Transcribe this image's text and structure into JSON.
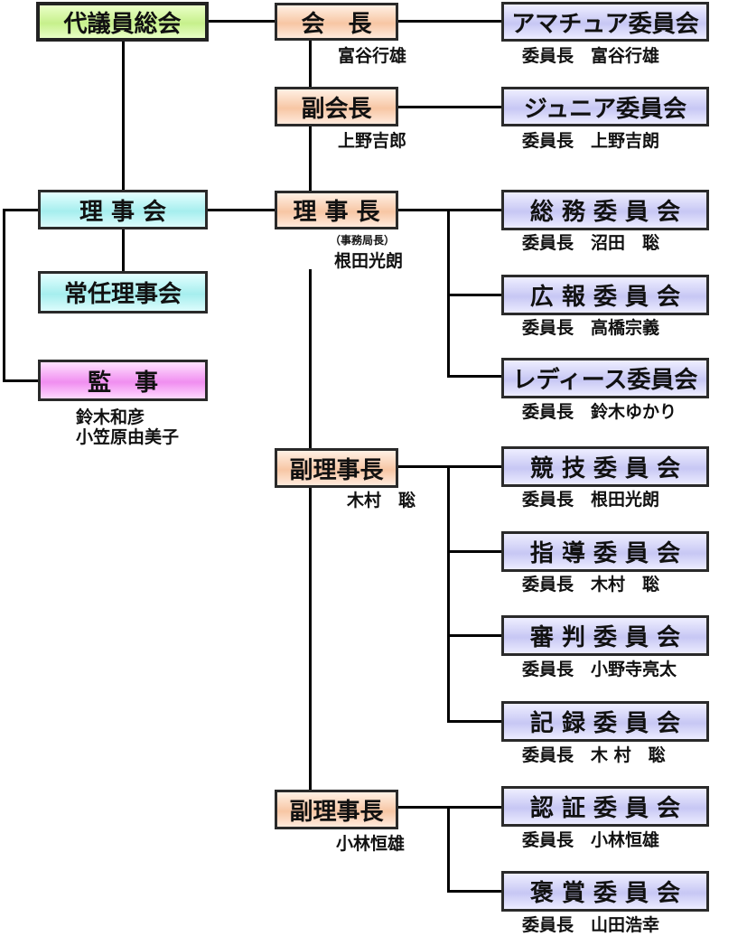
{
  "boxes": {
    "general_assembly": "代議員総会",
    "board": "理 事 会",
    "standing_board": "常任理事会",
    "auditor": "監　事",
    "president": "会　長",
    "vice_president": "副会長",
    "chairman": "理 事 長",
    "vice_chairman_1": "副理事長",
    "vice_chairman_2": "副理事長",
    "amateur": "アマチュア委員会",
    "junior": "ジュニア委員会",
    "general_affairs": "総 務 委 員 会",
    "public_relations": "広 報 委 員 会",
    "ladies": "レディース委員会",
    "competition": "競 技 委 員 会",
    "coaching": "指 導 委 員 会",
    "referee": "審 判 委 員 会",
    "records": "記 録 委 員 会",
    "certification": "認 証 委 員 会",
    "awards": "褒 賞 委 員 会"
  },
  "names": {
    "auditor_1": "鈴木和彦",
    "auditor_2": "小笠原由美子",
    "president": "富谷行雄",
    "vice_president": "上野吉郎",
    "chairman_note": "（事務局長）",
    "chairman": "根田光朗",
    "vice_chairman_1": "木村　聡",
    "vice_chairman_2": "小林恒雄",
    "amateur": "委員長　富谷行雄",
    "junior": "委員長　上野吉朗",
    "general_affairs": "委員長　沼田　聡",
    "public_relations": "委員長　高橋宗義",
    "ladies": "委員長　鈴木ゆかり",
    "competition": "委員長　根田光朗",
    "coaching": "委員長　木村　聡",
    "referee": "委員長　小野寺亮太",
    "records": "委員長　木 村　聡",
    "certification": "委員長　小林恒雄",
    "awards": "委員長　山田浩幸"
  }
}
